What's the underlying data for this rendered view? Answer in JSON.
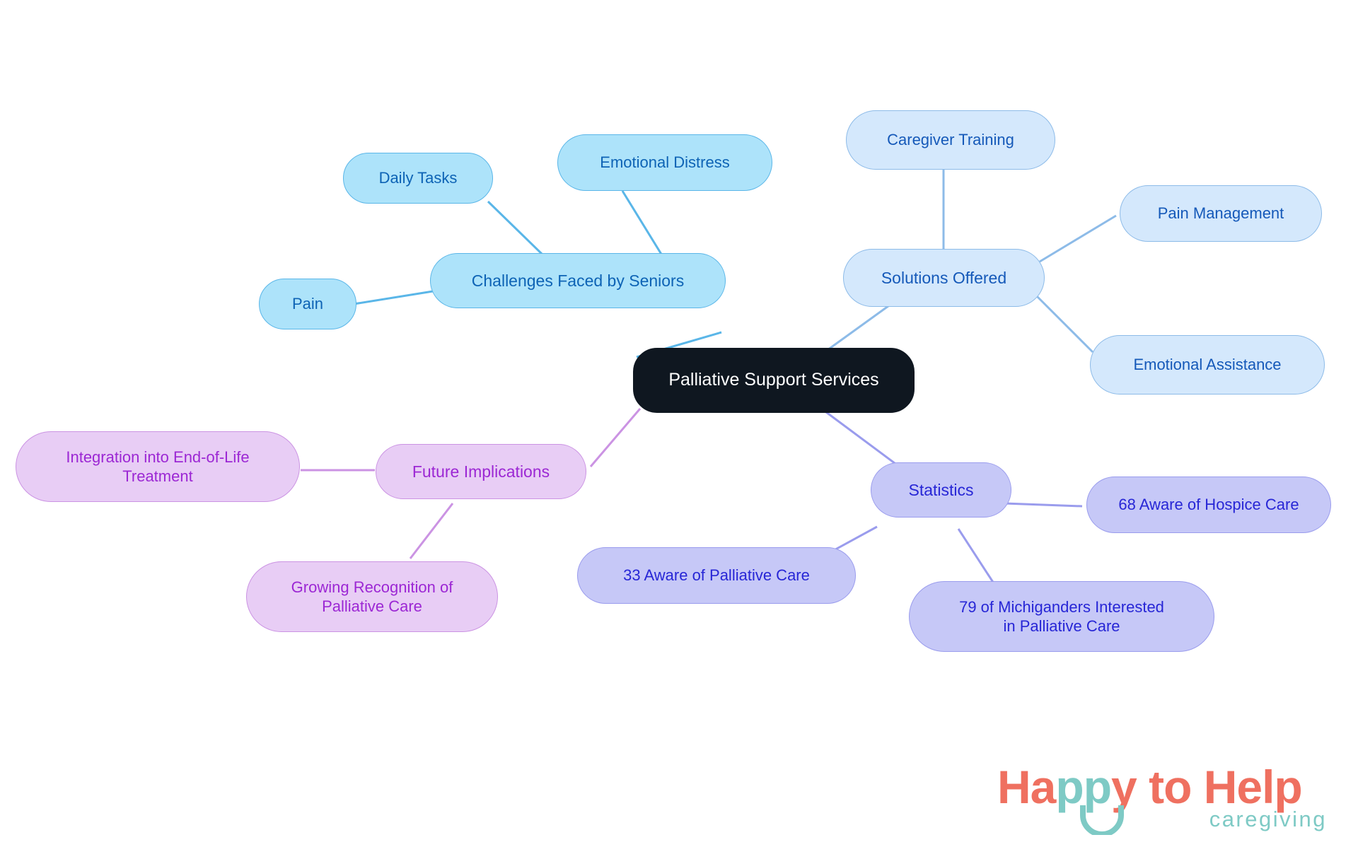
{
  "diagram": {
    "type": "mind-map",
    "background": "#ffffff",
    "root": {
      "label": "Palliative Support Services",
      "fill": "#0f1720",
      "text_color": "#ffffff"
    },
    "branches": [
      {
        "id": "challenges",
        "label": "Challenges Faced by Seniors",
        "fill": "#ade3fa",
        "border": "#5ab6e8",
        "text_color": "#0d63b5",
        "children": [
          {
            "label": "Daily Tasks"
          },
          {
            "label": "Emotional Distress"
          },
          {
            "label": "Pain"
          }
        ]
      },
      {
        "id": "solutions",
        "label": "Solutions Offered",
        "fill": "#d4e8fc",
        "border": "#8dbbe8",
        "text_color": "#1559b9",
        "children": [
          {
            "label": "Caregiver Training"
          },
          {
            "label": "Pain Management"
          },
          {
            "label": "Emotional Assistance"
          }
        ]
      },
      {
        "id": "statistics",
        "label": "Statistics",
        "fill": "#c6c8f7",
        "border": "#9a9ced",
        "text_color": "#2726d6",
        "children": [
          {
            "label": "68 Aware of Hospice Care"
          },
          {
            "label": "33 Aware of Palliative Care"
          },
          {
            "label": "79 of Michiganders Interested\nin Palliative Care"
          }
        ]
      },
      {
        "id": "future",
        "label": "Future Implications",
        "fill": "#e8cdf5",
        "border": "#cb93e3",
        "text_color": "#9c27d4",
        "children": [
          {
            "label": "Integration into End-of-Life\nTreatment"
          },
          {
            "label": "Growing Recognition of\nPalliative Care"
          }
        ]
      }
    ]
  },
  "logo": {
    "word_happy_h": "H",
    "word_happy_a": "a",
    "word_happy_pp": "pp",
    "word_happy_y": "y",
    "word_to": " to ",
    "word_help": "Help",
    "tagline": "caregiving",
    "coral": "#ef7060",
    "teal": "#7ecac5"
  }
}
